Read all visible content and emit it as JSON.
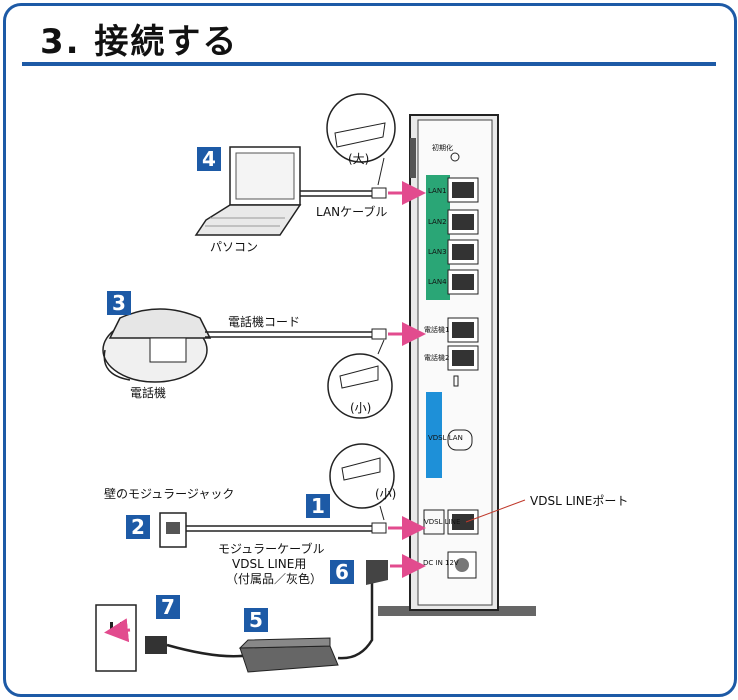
{
  "header": {
    "title": "3. 接続する"
  },
  "steps": {
    "s1": "1",
    "s2": "2",
    "s3": "3",
    "s4": "4",
    "s5": "5",
    "s6": "6",
    "s7": "7"
  },
  "labels": {
    "lan_cable": "LANケーブル",
    "pc": "パソコン",
    "phone_cord": "電話機コード",
    "phone": "電話機",
    "wall_jack": "壁のモジュラージャック",
    "modular_cable_1": "モジュラーケーブル",
    "modular_cable_2": "VDSL LINE用",
    "modular_cable_3": "（付属品／灰色）",
    "vdsl_port": "VDSL LINEポート",
    "connector_large": "(大)",
    "connector_small_1": "(小)",
    "connector_small_2": "(小)"
  },
  "device": {
    "init": "初期化",
    "lan1": "LAN1",
    "lan2": "LAN2",
    "lan3": "LAN3",
    "lan4": "LAN4",
    "tel1": "電話機1",
    "tel2": "電話機2",
    "vdsl_lan": "VDSL LAN",
    "vdsl_line": "VDSL LINE",
    "dcin": "DC IN 12V"
  },
  "colors": {
    "accent": "#1d5aa6",
    "badge": "#1d5aa6",
    "arrow": "#e24b8e",
    "lan_panel": "#2aa676",
    "vdsl_panel": "#1e90d8"
  }
}
